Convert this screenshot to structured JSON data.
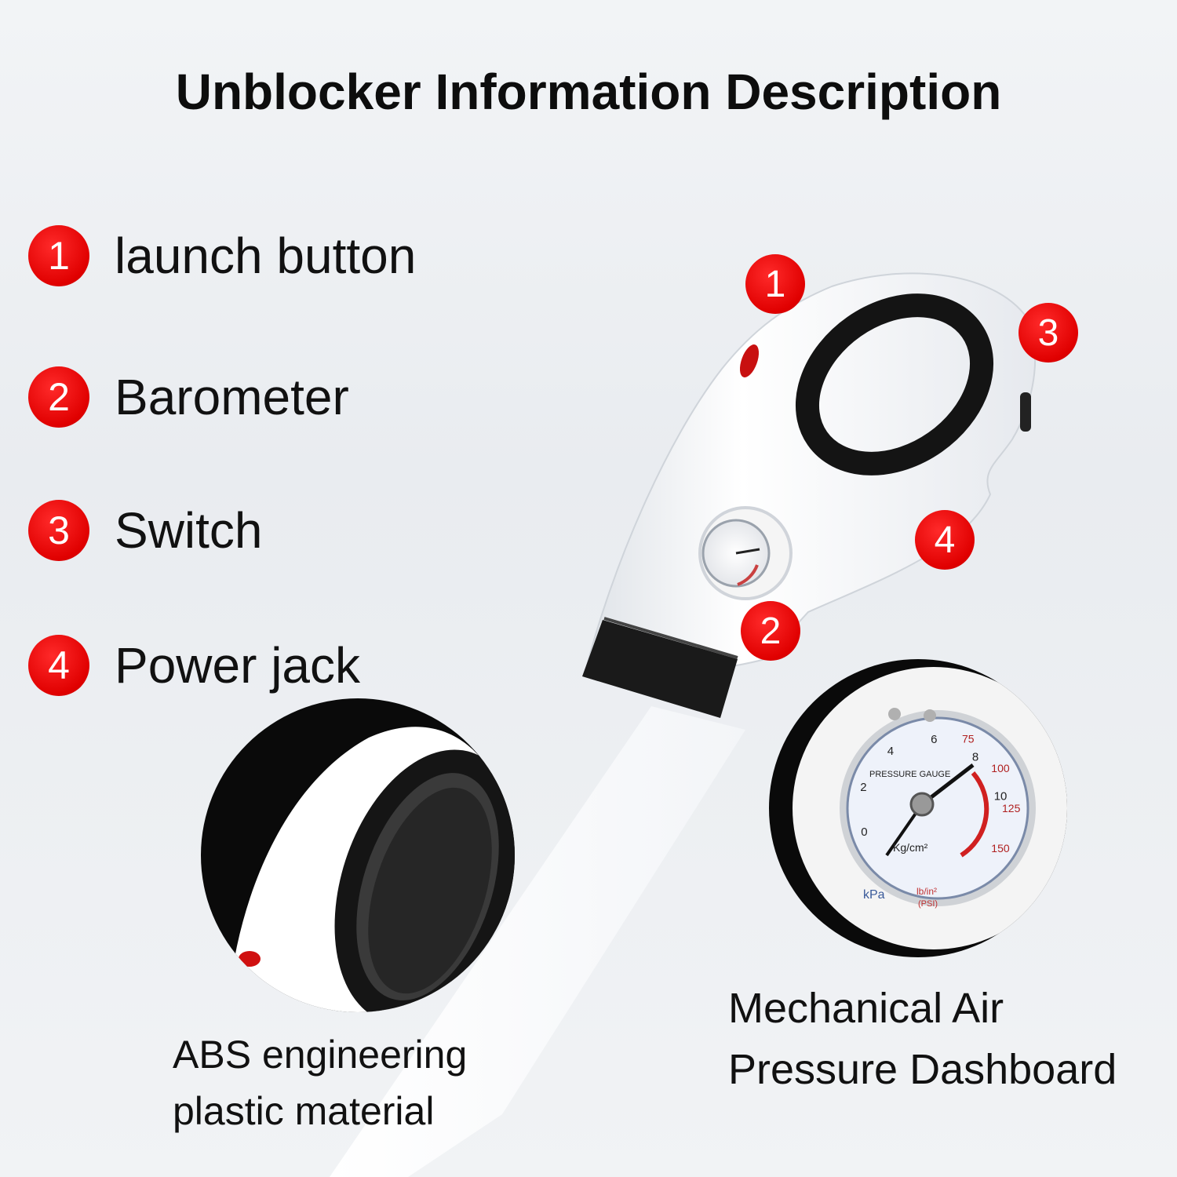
{
  "title": "Unblocker Information Description",
  "legend": [
    {
      "number": "1",
      "label": "launch button"
    },
    {
      "number": "2",
      "label": "Barometer"
    },
    {
      "number": "3",
      "label": "Switch"
    },
    {
      "number": "4",
      "label": "Power jack"
    }
  ],
  "callouts": [
    "1",
    "2",
    "3",
    "4"
  ],
  "captions": {
    "material": [
      "ABS engineering",
      "plastic material"
    ],
    "gauge": [
      "Mechanical Air",
      "Pressure Dashboard"
    ]
  },
  "gauge_face": {
    "title": "PRESSURE GAUGE",
    "unit_kg": "Kg/cm²",
    "unit_psi": "lb/in²",
    "unit_psi_sub": "(PSI)",
    "unit_kpa": "kPa",
    "kg_ticks": [
      "0",
      "2",
      "4",
      "6",
      "8",
      "10"
    ],
    "psi_ticks": [
      "75",
      "100",
      "125",
      "150"
    ]
  },
  "colors": {
    "accent_red": "#e00000",
    "body_white": "#ffffff",
    "ring_black": "#111111"
  }
}
